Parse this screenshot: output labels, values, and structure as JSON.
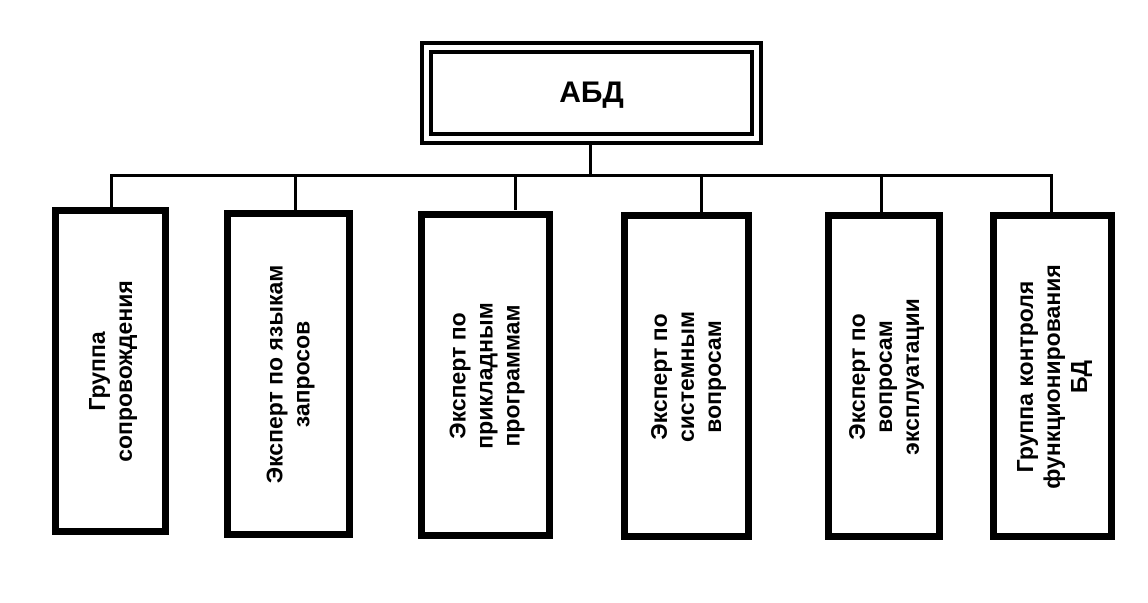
{
  "root": {
    "label": "АБД"
  },
  "children": [
    {
      "lines": [
        "Группа",
        "сопровождения"
      ]
    },
    {
      "lines": [
        "Эксперт по языкам",
        "запросов"
      ]
    },
    {
      "lines": [
        "Эксперт по",
        "прикладным",
        "программам"
      ]
    },
    {
      "lines": [
        "Эксперт по",
        "системным",
        "вопросам"
      ]
    },
    {
      "lines": [
        "Эксперт по",
        "вопросам",
        "эксплуатации"
      ]
    },
    {
      "lines": [
        "Группа контроля",
        "функционирования",
        "БД"
      ]
    }
  ]
}
